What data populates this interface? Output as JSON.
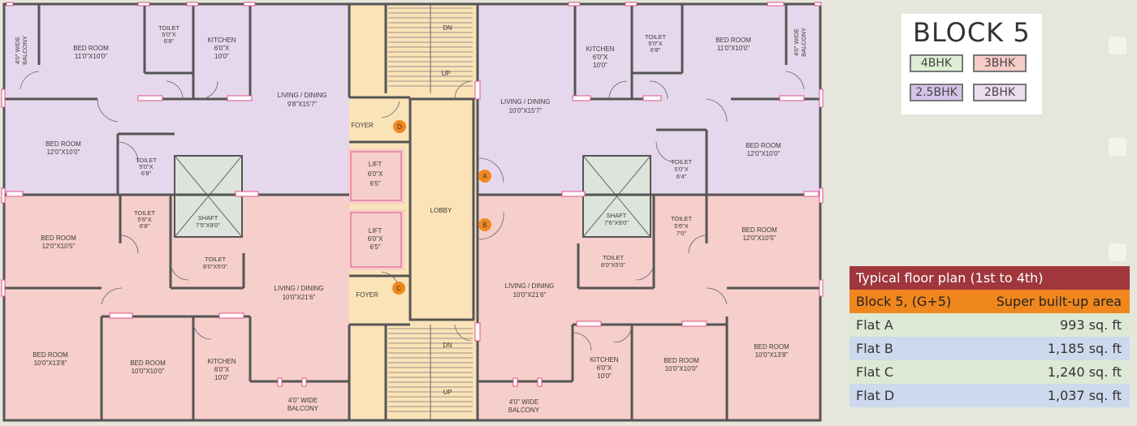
{
  "block_title": "BLOCK 5",
  "legend": [
    {
      "label": "4BHK",
      "color": "#dcefd5"
    },
    {
      "label": "3BHK",
      "color": "#f6cbc8"
    },
    {
      "label": "2.5BHK",
      "color": "#d4c3e8"
    },
    {
      "label": "2BHK",
      "color": "#ecdcef"
    }
  ],
  "colors": {
    "purple_zone": "#e6d8ec",
    "pink_zone": "#f6cecb",
    "core": "#fbe3b8",
    "header_red": "#a0373c",
    "header_orange": "#f0871e",
    "row_green": "#dde9d5",
    "row_blue": "#cdd9ec"
  },
  "table": {
    "title": "Typical floor plan (1st to 4th)",
    "subheader_left": "Block 5, (G+5)",
    "subheader_right": "Super built-up area",
    "rows": [
      {
        "flat": "Flat A",
        "area": "993 sq. ft"
      },
      {
        "flat": "Flat B",
        "area": "1,185 sq. ft"
      },
      {
        "flat": "Flat C",
        "area": "1,240 sq. ft"
      },
      {
        "flat": "Flat D",
        "area": "1,037 sq. ft"
      }
    ]
  },
  "rooms": {
    "balcony_tl": [
      "4'0\" WIDE",
      "BALCONY"
    ],
    "bed_tl": [
      "BED ROOM",
      "11'0\"X10'0\""
    ],
    "toilet_tl": [
      "TOILET",
      "5'0\"X",
      "6'8\""
    ],
    "kitchen_tl": [
      "KITCHEN",
      "6'0\"X",
      "10'0\""
    ],
    "living_tl": [
      "LIVING / DINING",
      "9'8\"X15'7\""
    ],
    "foyer_d": "FOYER",
    "bed_l2": [
      "BED ROOM",
      "12'0\"X10'0\""
    ],
    "toilet_l2": [
      "TOILET",
      "5'0\"X",
      "6'8\""
    ],
    "shaft_l": [
      "SHAFT",
      "7'5\"X9'0\""
    ],
    "toilet_l3": [
      "TOILET",
      "5'6\"X",
      "6'8\""
    ],
    "bed_l3": [
      "BED ROOM",
      "12'0\"X10'5\""
    ],
    "toilet_l4": [
      "TOILET",
      "8'0\"X5'0\""
    ],
    "living_bl": [
      "LIVING / DINING",
      "10'0\"X21'6\""
    ],
    "foyer_c": "FOYER",
    "bed_bl1": [
      "BED ROOM",
      "10'0\"X13'8\""
    ],
    "bed_bl2": [
      "BED ROOM",
      "10'0\"X10'0\""
    ],
    "kitchen_bl": [
      "KITCHEN",
      "6'0\"X",
      "10'0\""
    ],
    "balcony_bl": [
      "4'0\" WIDE",
      "BALCONY"
    ],
    "lift1": [
      "LIFT",
      "6'0\"X",
      "6'5\""
    ],
    "lift2": [
      "LIFT",
      "6'0\"X",
      "6'5\""
    ],
    "lobby": "LOBBY",
    "dn": "DN",
    "up": "UP",
    "kitchen_tr": [
      "KITCHEN",
      "6'0\"X",
      "10'0\""
    ],
    "toilet_tr": [
      "TOILET",
      "5'0\"X",
      "6'8\""
    ],
    "bed_tr": [
      "BED ROOM",
      "11'0\"X10'0\""
    ],
    "balcony_tr": [
      "4'0\" WIDE",
      "BALCONY"
    ],
    "living_tr": [
      "LIVING / DINING",
      "10'0\"X15'7\""
    ],
    "bed_r2": [
      "BED ROOM",
      "12'0\"X10'0\""
    ],
    "toilet_r2": [
      "TOILET",
      "5'0\"X",
      "6'4\""
    ],
    "shaft_r": [
      "SHAFT",
      "7'6\"X9'0\""
    ],
    "toilet_r3": [
      "TOILET",
      "5'6\"X",
      "7'0\""
    ],
    "bed_r3": [
      "BED ROOM",
      "12'0\"X10'5\""
    ],
    "toilet_r4": [
      "TOILET",
      "8'0\"X5'0\""
    ],
    "living_br": [
      "LIVING / DINING",
      "10'0\"X21'6\""
    ],
    "kitchen_br": [
      "KITCHEN",
      "6'0\"X",
      "10'0\""
    ],
    "bed_br1": [
      "BED ROOM",
      "10'0\"X10'0\""
    ],
    "bed_br2": [
      "BED ROOM",
      "10'0\"X13'8\""
    ],
    "balcony_br": [
      "4'0\" WIDE",
      "BALCONY"
    ]
  },
  "badges": {
    "a": "A",
    "b": "B",
    "c": "C",
    "d": "D"
  }
}
